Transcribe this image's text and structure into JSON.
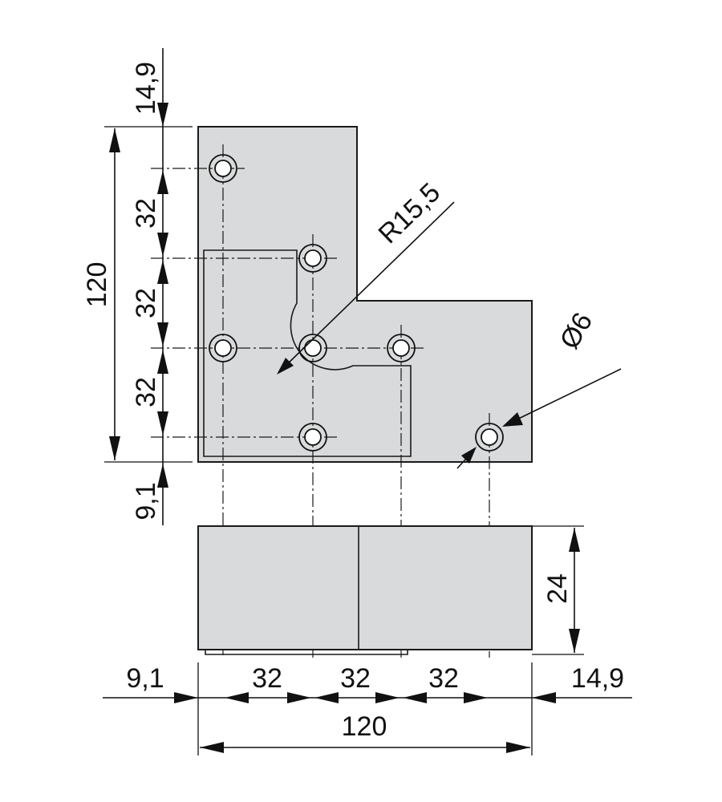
{
  "drawing": {
    "dims": {
      "top_offset": "14,9",
      "pitch_1": "32",
      "pitch_2": "32",
      "pitch_3": "32",
      "bottom_offset": "9,1",
      "height_total": "120",
      "radius": "R15,5",
      "hole_diameter": "Ø6",
      "thickness": "24",
      "bottom_left_offset": "9,1",
      "bottom_pitch_1": "32",
      "bottom_pitch_2": "32",
      "bottom_pitch_3": "32",
      "bottom_right_offset": "14,9",
      "width_total": "120"
    }
  }
}
